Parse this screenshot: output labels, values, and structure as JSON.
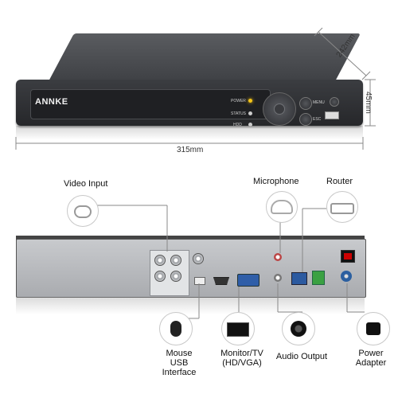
{
  "device": {
    "brand": "ANNKE",
    "front_labels": {
      "power": "POWER",
      "status": "STATUS",
      "hdd": "HDD",
      "menu": "MENU",
      "esc": "ESC"
    }
  },
  "dimensions": {
    "depth": "242mm",
    "height": "45mm",
    "width": "315mm"
  },
  "callouts": {
    "video_input": "Video Input",
    "microphone": "Microphone",
    "router": "Router",
    "mouse_usb": [
      "Mouse",
      "USB Interface"
    ],
    "monitor": [
      "Monitor/TV",
      "(HD/VGA)"
    ],
    "audio_output": "Audio Output",
    "power_adapter": [
      "Power",
      "Adapter"
    ]
  },
  "colors": {
    "power_led": "#f5c518",
    "status_led": "#cccccc",
    "hdd_led": "#cccccc",
    "lan_jack": "#2c5aa0"
  }
}
